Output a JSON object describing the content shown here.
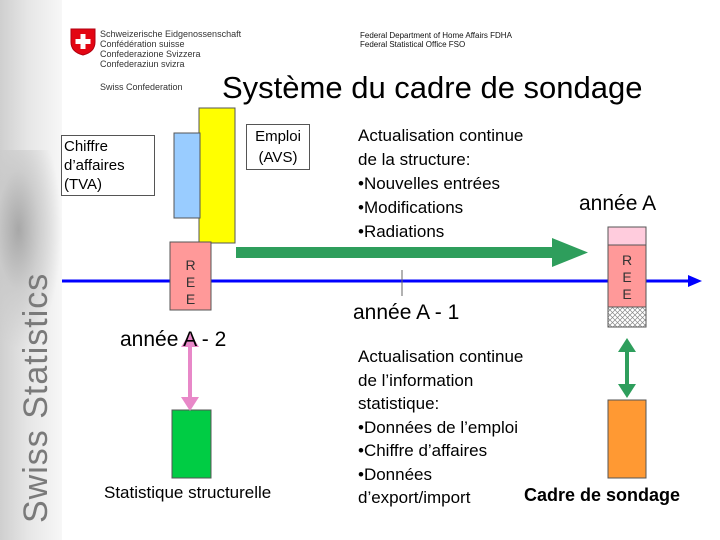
{
  "header": {
    "logo_lines": [
      "Schweizerische Eidgenossenschaft",
      "Confédération suisse",
      "Confederazione Svizzera",
      "Confederaziun svizra"
    ],
    "logo_footer": "Swiss Confederation",
    "department_lines": [
      "Federal Department of Home Affairs FDHA",
      "Federal Statistical Office FSO"
    ],
    "side_brand": "Swiss Statistics"
  },
  "title": "Système du cadre de sondage",
  "labels": {
    "chiffre_affaires": [
      "Chiffre",
      "d’affaires",
      "(TVA)"
    ],
    "emploi": [
      "Emploi",
      "(AVS)"
    ],
    "ree_left": [
      "R",
      "E",
      "E"
    ],
    "ree_right": [
      "R",
      "E",
      "E"
    ],
    "annee_a": "année A",
    "annee_a1": "année A - 1",
    "annee_a2": "année A - 2",
    "stat_structurelle": "Statistique structurelle",
    "cadre_sondage": "Cadre de sondage"
  },
  "actualisation_structure": [
    "Actualisation continue",
    "de la structure:",
    "•Nouvelles entrées",
    "•Modifications",
    "•Radiations"
  ],
  "actualisation_info": [
    "Actualisation continue",
    "de l’information",
    "statistique:",
    "•Données de l’emploi",
    "•Chiffre d’affaires",
    "•Données",
    "d’export/import"
  ],
  "colors": {
    "yellow": "#ffff00",
    "blue_box": "#99ccff",
    "ree_pink": "#ff9999",
    "ree_light": "#ffccdd",
    "green_box": "#00cc44",
    "orange_box": "#ff9933",
    "timeline": "#0000ff",
    "green_arrow": "#2e9e5c",
    "pink_arrow": "#e888c8",
    "swiss_red": "#e30613"
  }
}
